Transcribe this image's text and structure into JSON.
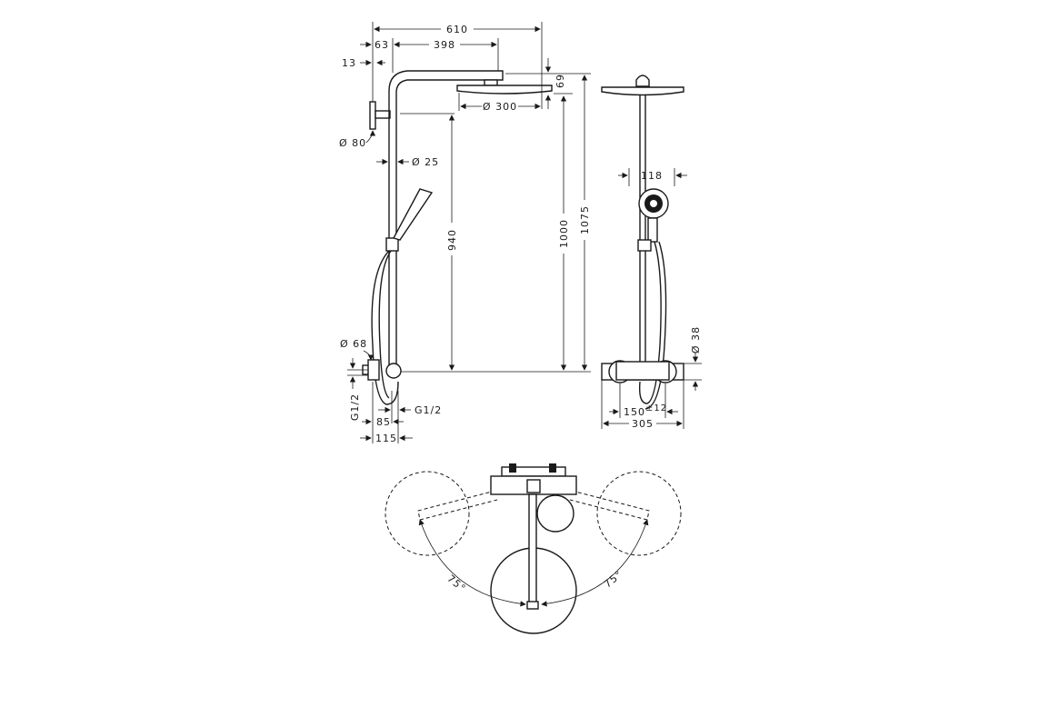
{
  "side_view": {
    "dim_overall_reach": "610",
    "dim_wall_to_pole": "63",
    "dim_arm": "398",
    "dim_flange_thickness": "13",
    "dim_head_height": "69",
    "dim_head_diameter": "Ø 300",
    "dim_flange_diameter": "Ø 80",
    "dim_pole_diameter": "Ø 25",
    "dim_arm_height": "940",
    "dim_head_bottom_height": "1000",
    "dim_total_height": "1075",
    "dim_connection_diameter": "Ø 68",
    "dim_inlet_thread": "G1/2",
    "dim_outlet_thread": "G1/2",
    "dim_depth_85": "85",
    "dim_depth_115": "115"
  },
  "front_view": {
    "dim_hand_shower": "118",
    "dim_mixer_diameter": "Ø 38",
    "dim_centres": "150",
    "dim_centres_tolerance": "±12",
    "dim_width": "305"
  },
  "top_view": {
    "angle_left": "75°",
    "angle_right": "75°"
  }
}
